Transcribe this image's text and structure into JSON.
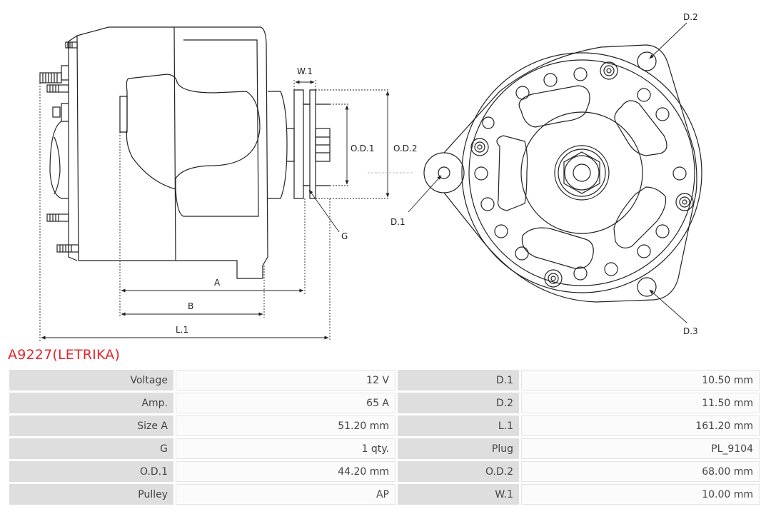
{
  "product": {
    "title": "A9227(LETRIKA)"
  },
  "diagram": {
    "labels": {
      "w1": "W.1",
      "od1": "O.D.1",
      "od2": "O.D.2",
      "g": "G",
      "a": "A",
      "b": "B",
      "l1": "L.1",
      "d1": "D.1",
      "d2": "D.2",
      "d3": "D.3"
    }
  },
  "specs": {
    "rows": [
      {
        "label": "Voltage",
        "value": "12 V",
        "label2": "D.1",
        "value2": "10.50 mm"
      },
      {
        "label": "Amp.",
        "value": "65 A",
        "label2": "D.2",
        "value2": "11.50 mm"
      },
      {
        "label": "Size A",
        "value": "51.20 mm",
        "label2": "L.1",
        "value2": "161.20 mm"
      },
      {
        "label": "G",
        "value": "1 qty.",
        "label2": "Plug",
        "value2": "PL_9104"
      },
      {
        "label": "O.D.1",
        "value": "44.20 mm",
        "label2": "O.D.2",
        "value2": "68.00 mm"
      },
      {
        "label": "Pulley",
        "value": "AP",
        "label2": "W.1",
        "value2": "10.00 mm"
      }
    ]
  }
}
